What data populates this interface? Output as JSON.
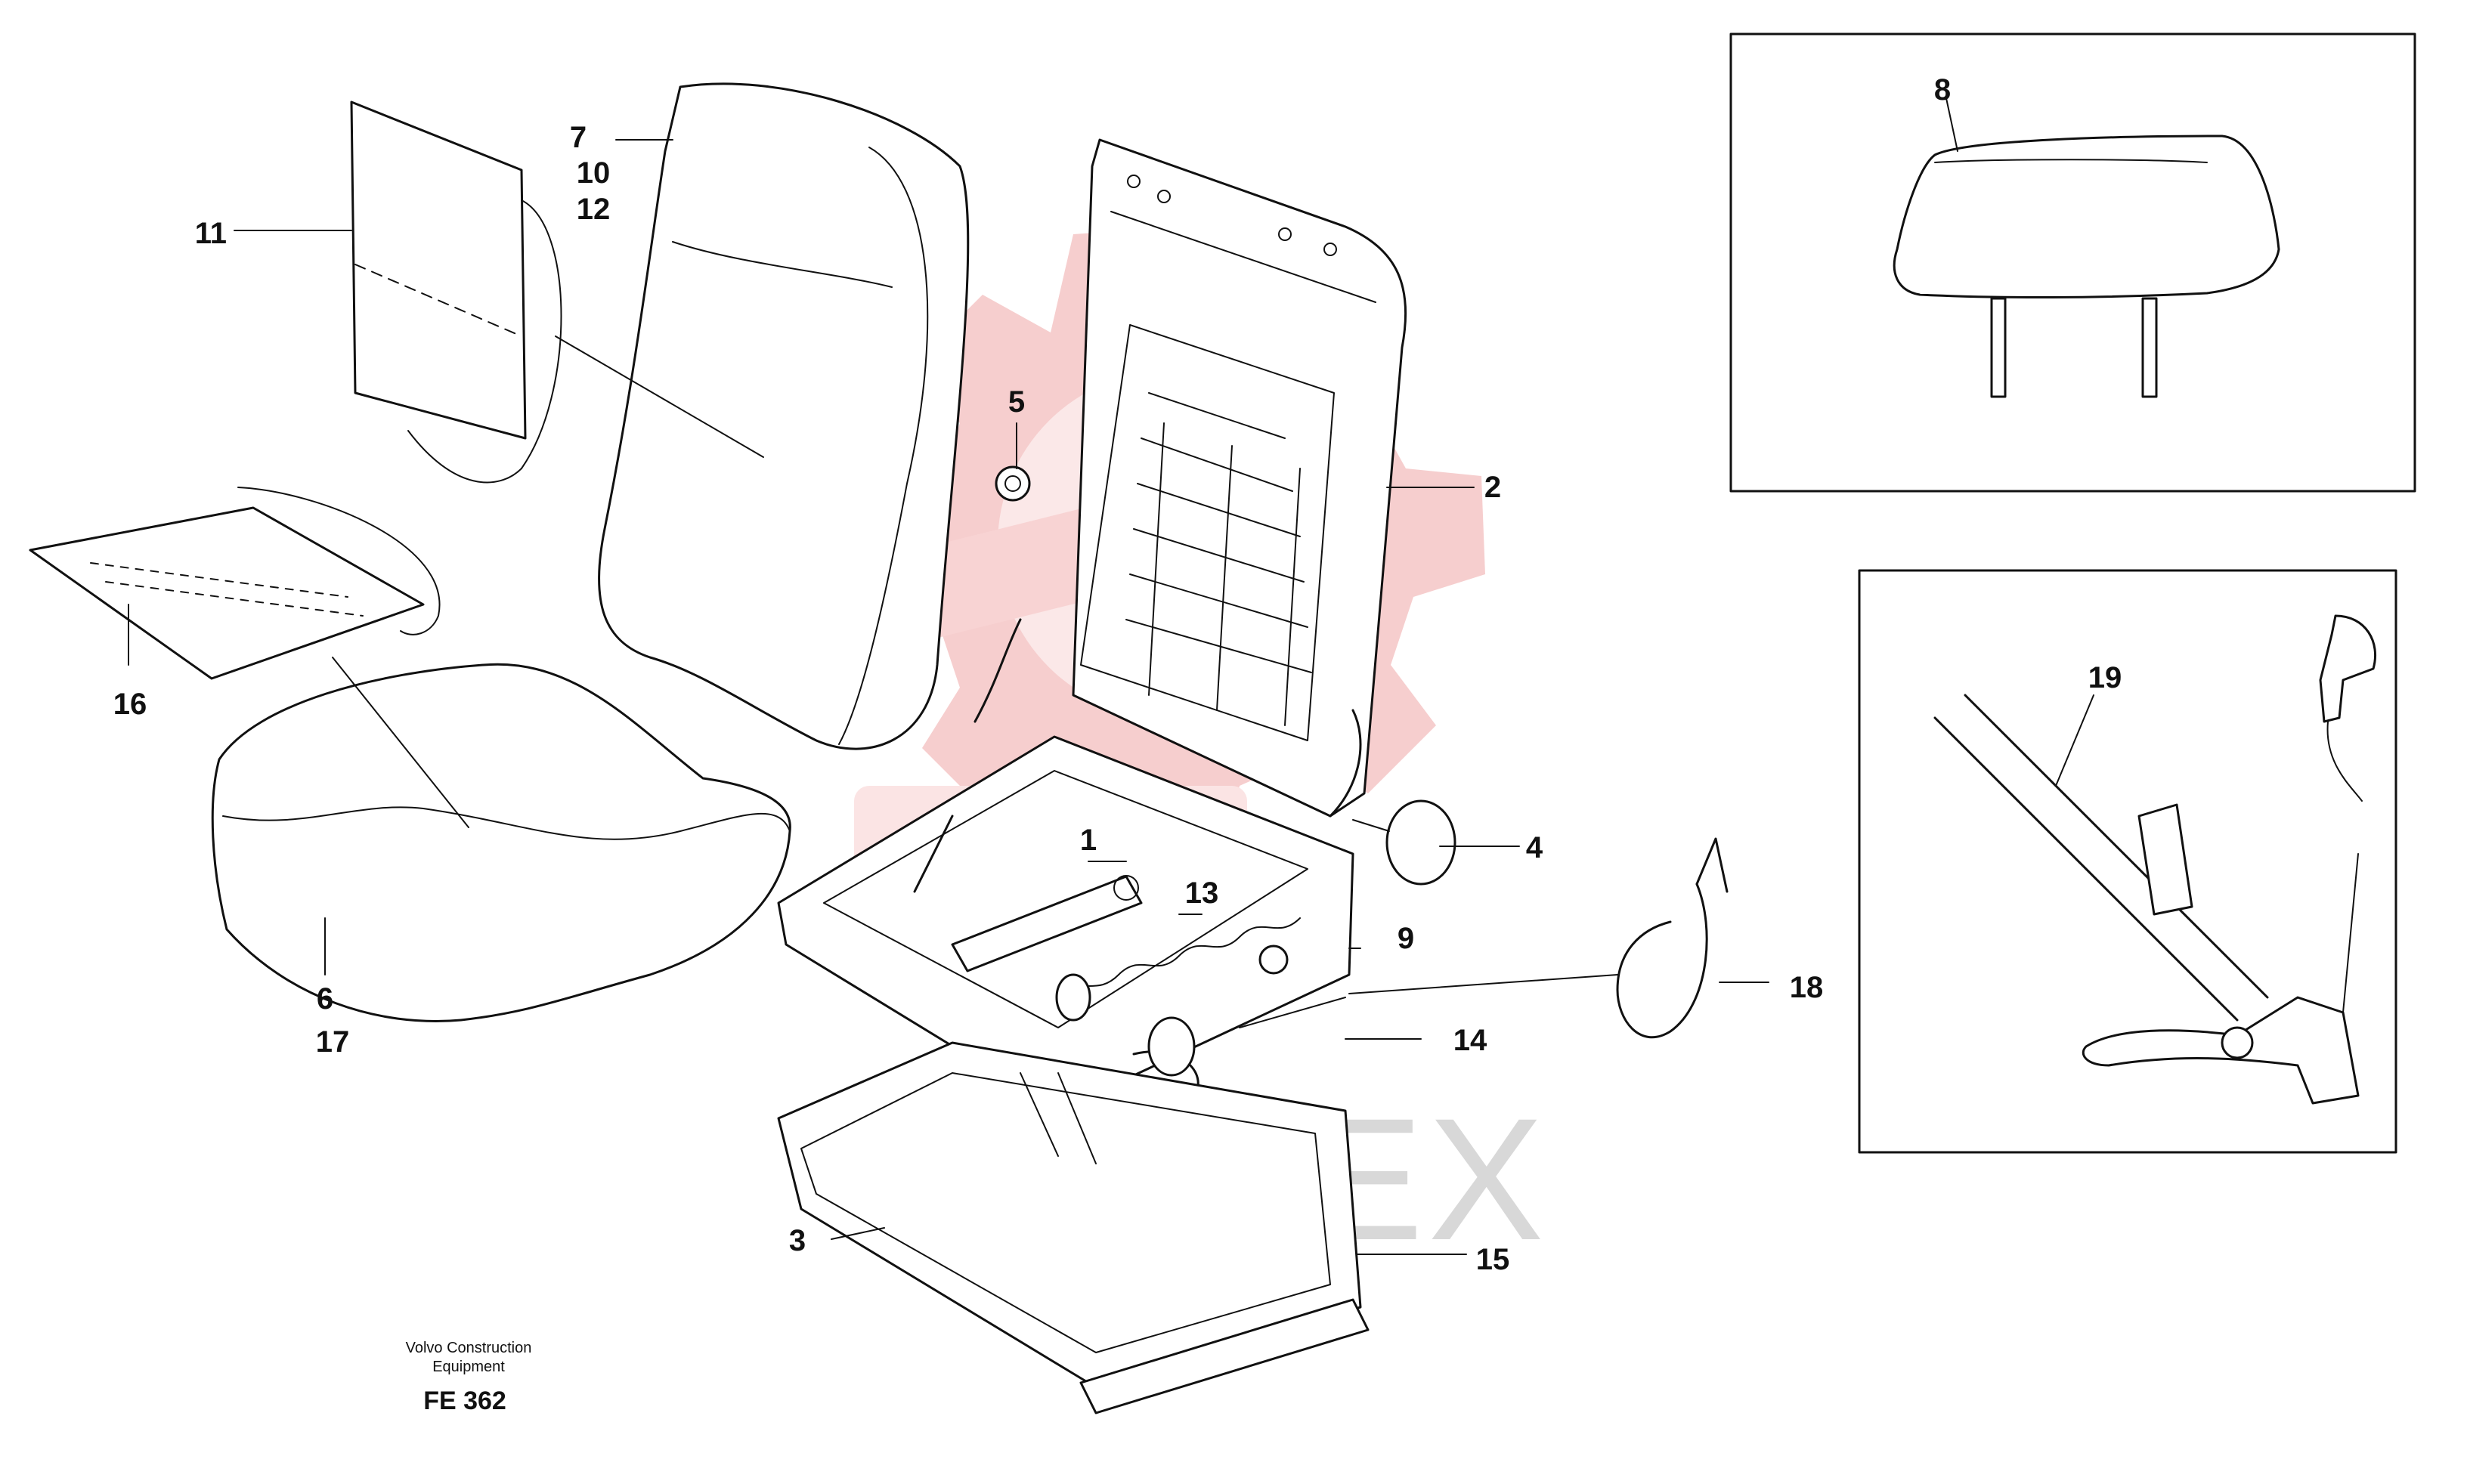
{
  "labels": {
    "l1": "1",
    "l2": "2",
    "l3": "3",
    "l4": "4",
    "l5": "5",
    "l6": "6",
    "l17": "17",
    "l7": "7",
    "l10": "10",
    "l12": "12",
    "l8": "8",
    "l9": "9",
    "l11": "11",
    "l13": "13",
    "l14": "14",
    "l15": "15",
    "l16": "16",
    "l18": "18",
    "l19": "19"
  },
  "footer": {
    "company_line1": "Volvo Construction",
    "company_line2": "Equipment",
    "code": "FE 362"
  },
  "watermark": {
    "text": "ИНТЕХ",
    "color": "#f5c6c6"
  },
  "colors": {
    "ink": "#111111",
    "watermark_red": "#f5c6c6",
    "watermark_grey": "#d8d8d8"
  }
}
